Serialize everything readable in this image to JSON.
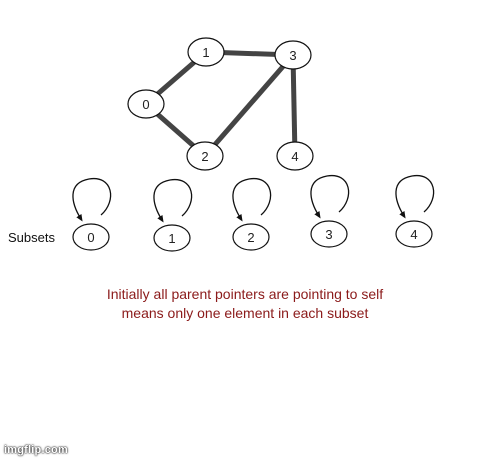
{
  "graph": {
    "nodes": [
      {
        "id": "0"
      },
      {
        "id": "1"
      },
      {
        "id": "2"
      },
      {
        "id": "3"
      },
      {
        "id": "4"
      }
    ],
    "edges": [
      {
        "from": "0",
        "to": "1"
      },
      {
        "from": "0",
        "to": "2"
      },
      {
        "from": "1",
        "to": "3"
      },
      {
        "from": "2",
        "to": "3"
      },
      {
        "from": "3",
        "to": "4"
      }
    ]
  },
  "subsets": {
    "label": "Subsets",
    "items": [
      {
        "id": "0"
      },
      {
        "id": "1"
      },
      {
        "id": "2"
      },
      {
        "id": "3"
      },
      {
        "id": "4"
      }
    ]
  },
  "caption": {
    "line1": "Initially all parent pointers are pointing to self",
    "line2": "means only one element in each subset"
  },
  "watermark": "imgflip.com",
  "colors": {
    "edge": "#444444",
    "caption": "#8b1a1a"
  }
}
